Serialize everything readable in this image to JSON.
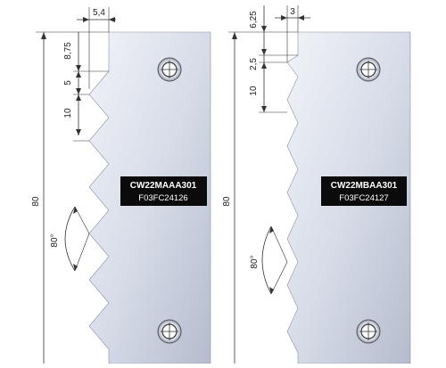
{
  "drawing": {
    "left_knife": {
      "code": "CW22MAAA301",
      "sub_code": "F03FC24126",
      "dims": {
        "top_width": "5,4",
        "first_offset": "8,75",
        "tooth_depth": "5",
        "pitch": "10",
        "total_height": "80",
        "angle": "80°"
      }
    },
    "right_knife": {
      "code": "CW22MBAA301",
      "sub_code": "F03FC24127",
      "dims": {
        "top_width": "3",
        "first_offset": "6,25",
        "tooth_depth": "2,5",
        "pitch": "10",
        "total_height": "80",
        "angle": "80°"
      }
    },
    "colors": {
      "blade_light": "#e9ecf3",
      "blade_mid": "#cfd5e2",
      "blade_dark": "#a9b1c4",
      "label_bg": "#0b0b0b"
    }
  }
}
